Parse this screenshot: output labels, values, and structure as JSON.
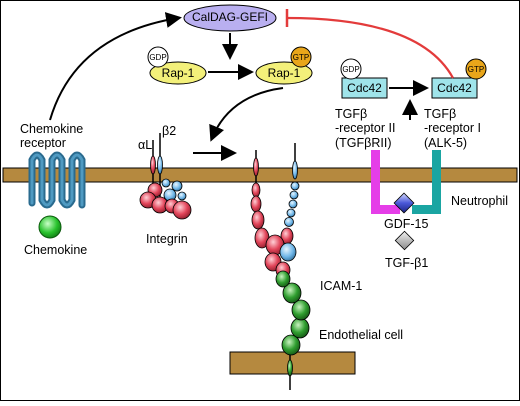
{
  "labels": {
    "caldag": "CalDAG-GEFI",
    "rap1_left": "Rap-1",
    "rap1_right": "Rap-1",
    "gdp_left": "GDP",
    "gtp_left": "GTP",
    "cdc42_left": "Cdc42",
    "cdc42_right": "Cdc42",
    "gdp_right": "GDP",
    "gtp_right": "GTP",
    "chemokine_receptor": "Chemokine\nreceptor",
    "chemokine": "Chemokine",
    "integrin": "Integrin",
    "alpha_l": "αL",
    "beta2": "β2",
    "tgfb_r2": "TGFβ\n-receptor II\n(TGFβRII)",
    "tgfb_r1": "TGFβ\n-receptor I\n(ALK-5)",
    "neutrophil": "Neutrophil",
    "gdf15": "GDF-15",
    "tgfb1": "TGF-β1",
    "icam1": "ICAM-1",
    "endothelial": "Endothelial cell"
  },
  "colors": {
    "membrane": "#b5893f",
    "caldag_fill": "#b9aff0",
    "rap1_fill": "#f3f07a",
    "cdc42_fill": "#9fe4ea",
    "gtp_fill": "#e9a61a",
    "gdp_fill": "#ffffff",
    "inhibition": "#e33b3b",
    "receptor_blue": "#2a6b8f",
    "chemokine_green": "#28c22c",
    "tgfbrii_magenta": "#e53ee8",
    "alk5_teal": "#1aa5a2",
    "icam_green": "#2f9e2f",
    "integrin_red": "#e2455a",
    "integrin_blue": "#6fb6e8"
  }
}
